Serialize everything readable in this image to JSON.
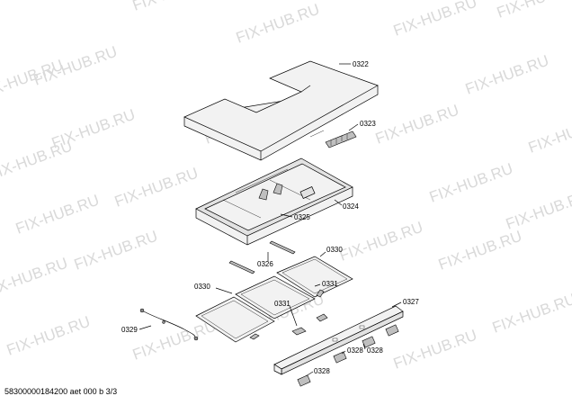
{
  "watermark": {
    "text": "FIX-HUB.RU"
  },
  "parts": {
    "p0322": "0322",
    "p0323": "0323",
    "p0324": "0324",
    "p0325": "0325",
    "p0326": "0326",
    "p0330a": "0330",
    "p0330b": "0330",
    "p0331a": "0331",
    "p0331b": "0331",
    "p0327": "0327",
    "p0328a": "0328",
    "p0328b": "0328",
    "p0328c": "0328",
    "p0329": "0329"
  },
  "footer": {
    "doc_code": "58300000184200 aet 000 b 3/3"
  }
}
